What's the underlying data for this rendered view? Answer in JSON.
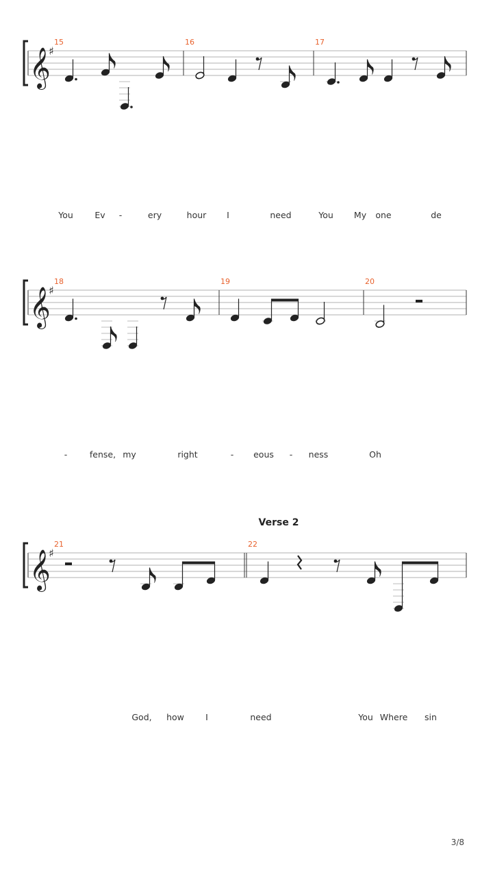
{
  "page_number": "3/8",
  "systems": [
    {
      "measures": [
        {
          "number": "15",
          "events": [
            {
              "kind": "note",
              "dur": "q",
              "dot": true,
              "pitch": "D4"
            },
            {
              "kind": "note",
              "dur": "8",
              "pitch": "F#4"
            },
            {
              "kind": "note",
              "dur": "q",
              "dot": true,
              "pitch": "B2"
            },
            {
              "kind": "note",
              "dur": "8",
              "pitch": "E4"
            }
          ]
        },
        {
          "number": "16",
          "events": [
            {
              "kind": "note",
              "dur": "h",
              "pitch": "E4"
            },
            {
              "kind": "note",
              "dur": "q",
              "pitch": "D4"
            },
            {
              "kind": "rest",
              "dur": "8"
            },
            {
              "kind": "note",
              "dur": "8",
              "pitch": "B3"
            }
          ]
        },
        {
          "number": "17",
          "events": [
            {
              "kind": "note",
              "dur": "q",
              "dot": true,
              "pitch": "C4"
            },
            {
              "kind": "note",
              "dur": "8",
              "pitch": "D4"
            },
            {
              "kind": "note",
              "dur": "q",
              "pitch": "D4"
            },
            {
              "kind": "rest",
              "dur": "8"
            },
            {
              "kind": "note",
              "dur": "8",
              "pitch": "E4"
            }
          ]
        }
      ],
      "lyrics": [
        "You",
        "Ev",
        "-",
        "ery",
        "hour",
        "I",
        "need",
        "You",
        "My",
        "one",
        "de"
      ]
    },
    {
      "measures": [
        {
          "number": "18",
          "events": [
            {
              "kind": "note",
              "dur": "q",
              "dot": true,
              "pitch": "D4"
            },
            {
              "kind": "note",
              "dur": "8",
              "pitch": "B2"
            },
            {
              "kind": "note",
              "dur": "q",
              "pitch": "B2"
            },
            {
              "kind": "rest",
              "dur": "8"
            },
            {
              "kind": "note",
              "dur": "8",
              "pitch": "D4"
            }
          ]
        },
        {
          "number": "19",
          "events": [
            {
              "kind": "note",
              "dur": "q",
              "pitch": "D4"
            },
            {
              "kind": "note",
              "dur": "8",
              "pitch": "C4",
              "beam": "start"
            },
            {
              "kind": "note",
              "dur": "8",
              "pitch": "D4",
              "beam": "end"
            },
            {
              "kind": "note",
              "dur": "h",
              "pitch": "C4"
            }
          ]
        },
        {
          "number": "20",
          "events": [
            {
              "kind": "note",
              "dur": "h",
              "pitch": "B3"
            },
            {
              "kind": "rest",
              "dur": "h"
            }
          ]
        }
      ],
      "lyrics": [
        "-",
        "fense,",
        "my",
        "right",
        "-",
        "eous",
        "-",
        "ness",
        "Oh"
      ]
    },
    {
      "section_label": "Verse 2",
      "measures": [
        {
          "number": "21",
          "events": [
            {
              "kind": "rest",
              "dur": "h"
            },
            {
              "kind": "rest",
              "dur": "8"
            },
            {
              "kind": "note",
              "dur": "8",
              "pitch": "B3"
            },
            {
              "kind": "note",
              "dur": "8",
              "pitch": "B3",
              "beam": "start"
            },
            {
              "kind": "note",
              "dur": "8",
              "pitch": "D4",
              "beam": "end"
            }
          ]
        },
        {
          "number": "22",
          "events": [
            {
              "kind": "note",
              "dur": "q",
              "pitch": "D4"
            },
            {
              "kind": "rest",
              "dur": "q"
            },
            {
              "kind": "rest",
              "dur": "8"
            },
            {
              "kind": "note",
              "dur": "8",
              "pitch": "D4"
            },
            {
              "kind": "note",
              "dur": "8",
              "pitch": "B2",
              "beam": "start"
            },
            {
              "kind": "note",
              "dur": "8",
              "pitch": "D4",
              "beam": "end"
            }
          ]
        }
      ],
      "lyrics": [
        "God,",
        "how",
        "I",
        "need",
        "You",
        "Where",
        "sin"
      ]
    }
  ]
}
